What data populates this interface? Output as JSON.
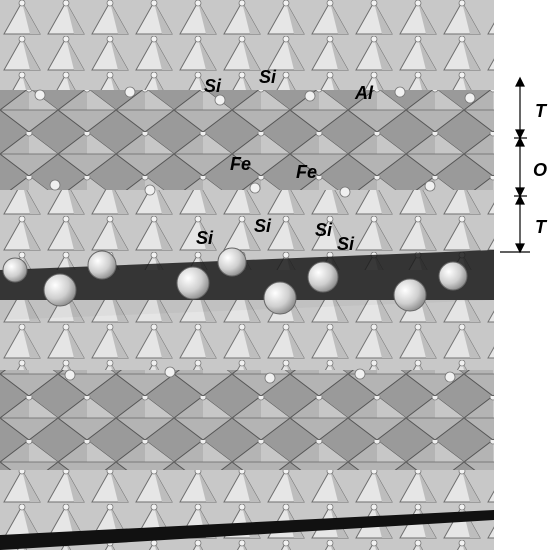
{
  "atom_labels": {
    "si_1": "Si",
    "si_2": "Si",
    "al_1": "Al",
    "fe_1": "Fe",
    "fe_2": "Fe",
    "si_3": "Si",
    "si_4": "Si",
    "si_5": "Si",
    "si_6": "Si"
  },
  "layer_labels": {
    "tetrahedral_top": "T",
    "octahedral": "O",
    "tetrahedral_bottom": "T"
  }
}
